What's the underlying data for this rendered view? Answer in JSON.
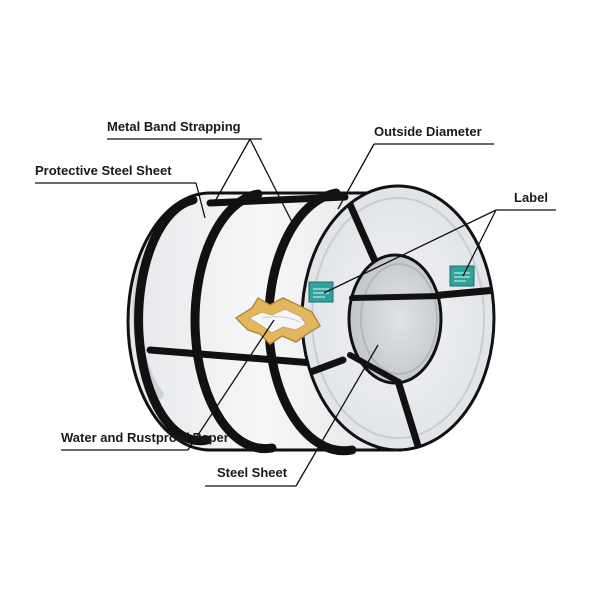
{
  "labels": {
    "metal_band_strapping": "Metal Band Strapping",
    "outside_diameter": "Outside Diameter",
    "protective_steel_sheet": "Protective Steel Sheet",
    "label": "Label",
    "water_rustproof_paper": "Water and Rustproof Paper",
    "steel_sheet": "Steel Sheet"
  },
  "colors": {
    "outline": "#111111",
    "coil_body": "#e9ebee",
    "coil_shade": "#d3d6db",
    "bore": "#cfd2d6",
    "tag": "#2fa39b",
    "paper": "#e2b760"
  }
}
